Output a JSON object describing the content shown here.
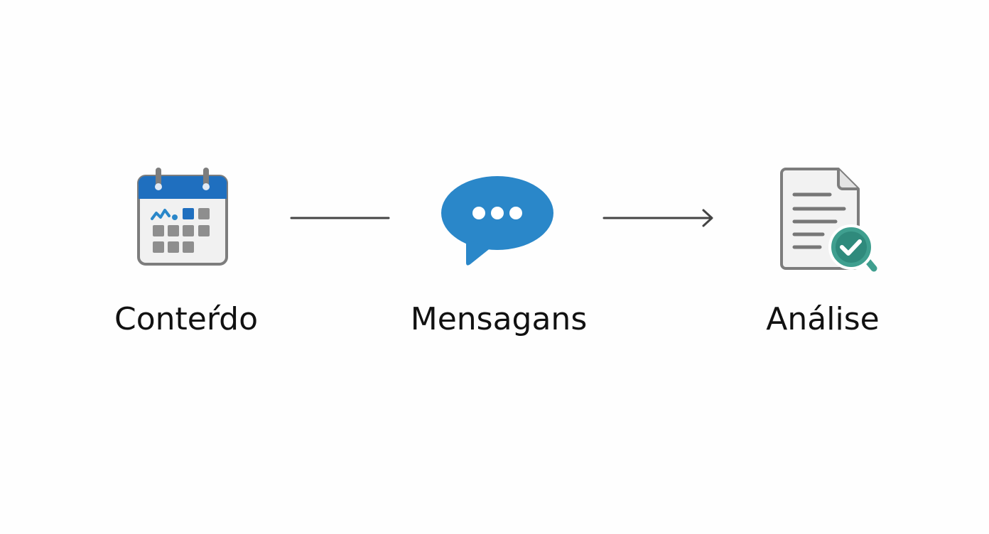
{
  "steps": [
    {
      "label": "Conteŕdo",
      "icon": "calendar-icon"
    },
    {
      "label": "Mensagans",
      "icon": "chat-bubble-icon"
    },
    {
      "label": "Análise",
      "icon": "document-check-icon"
    }
  ],
  "connectors": [
    {
      "style": "line"
    },
    {
      "style": "arrow"
    }
  ],
  "colors": {
    "primary_blue": "#1f6fbf",
    "bubble_blue": "#2a87c9",
    "gray": "#8a8a8a",
    "light_gray": "#ececec",
    "teal": "#3f9f8f",
    "line": "#444444",
    "text": "#111111"
  }
}
